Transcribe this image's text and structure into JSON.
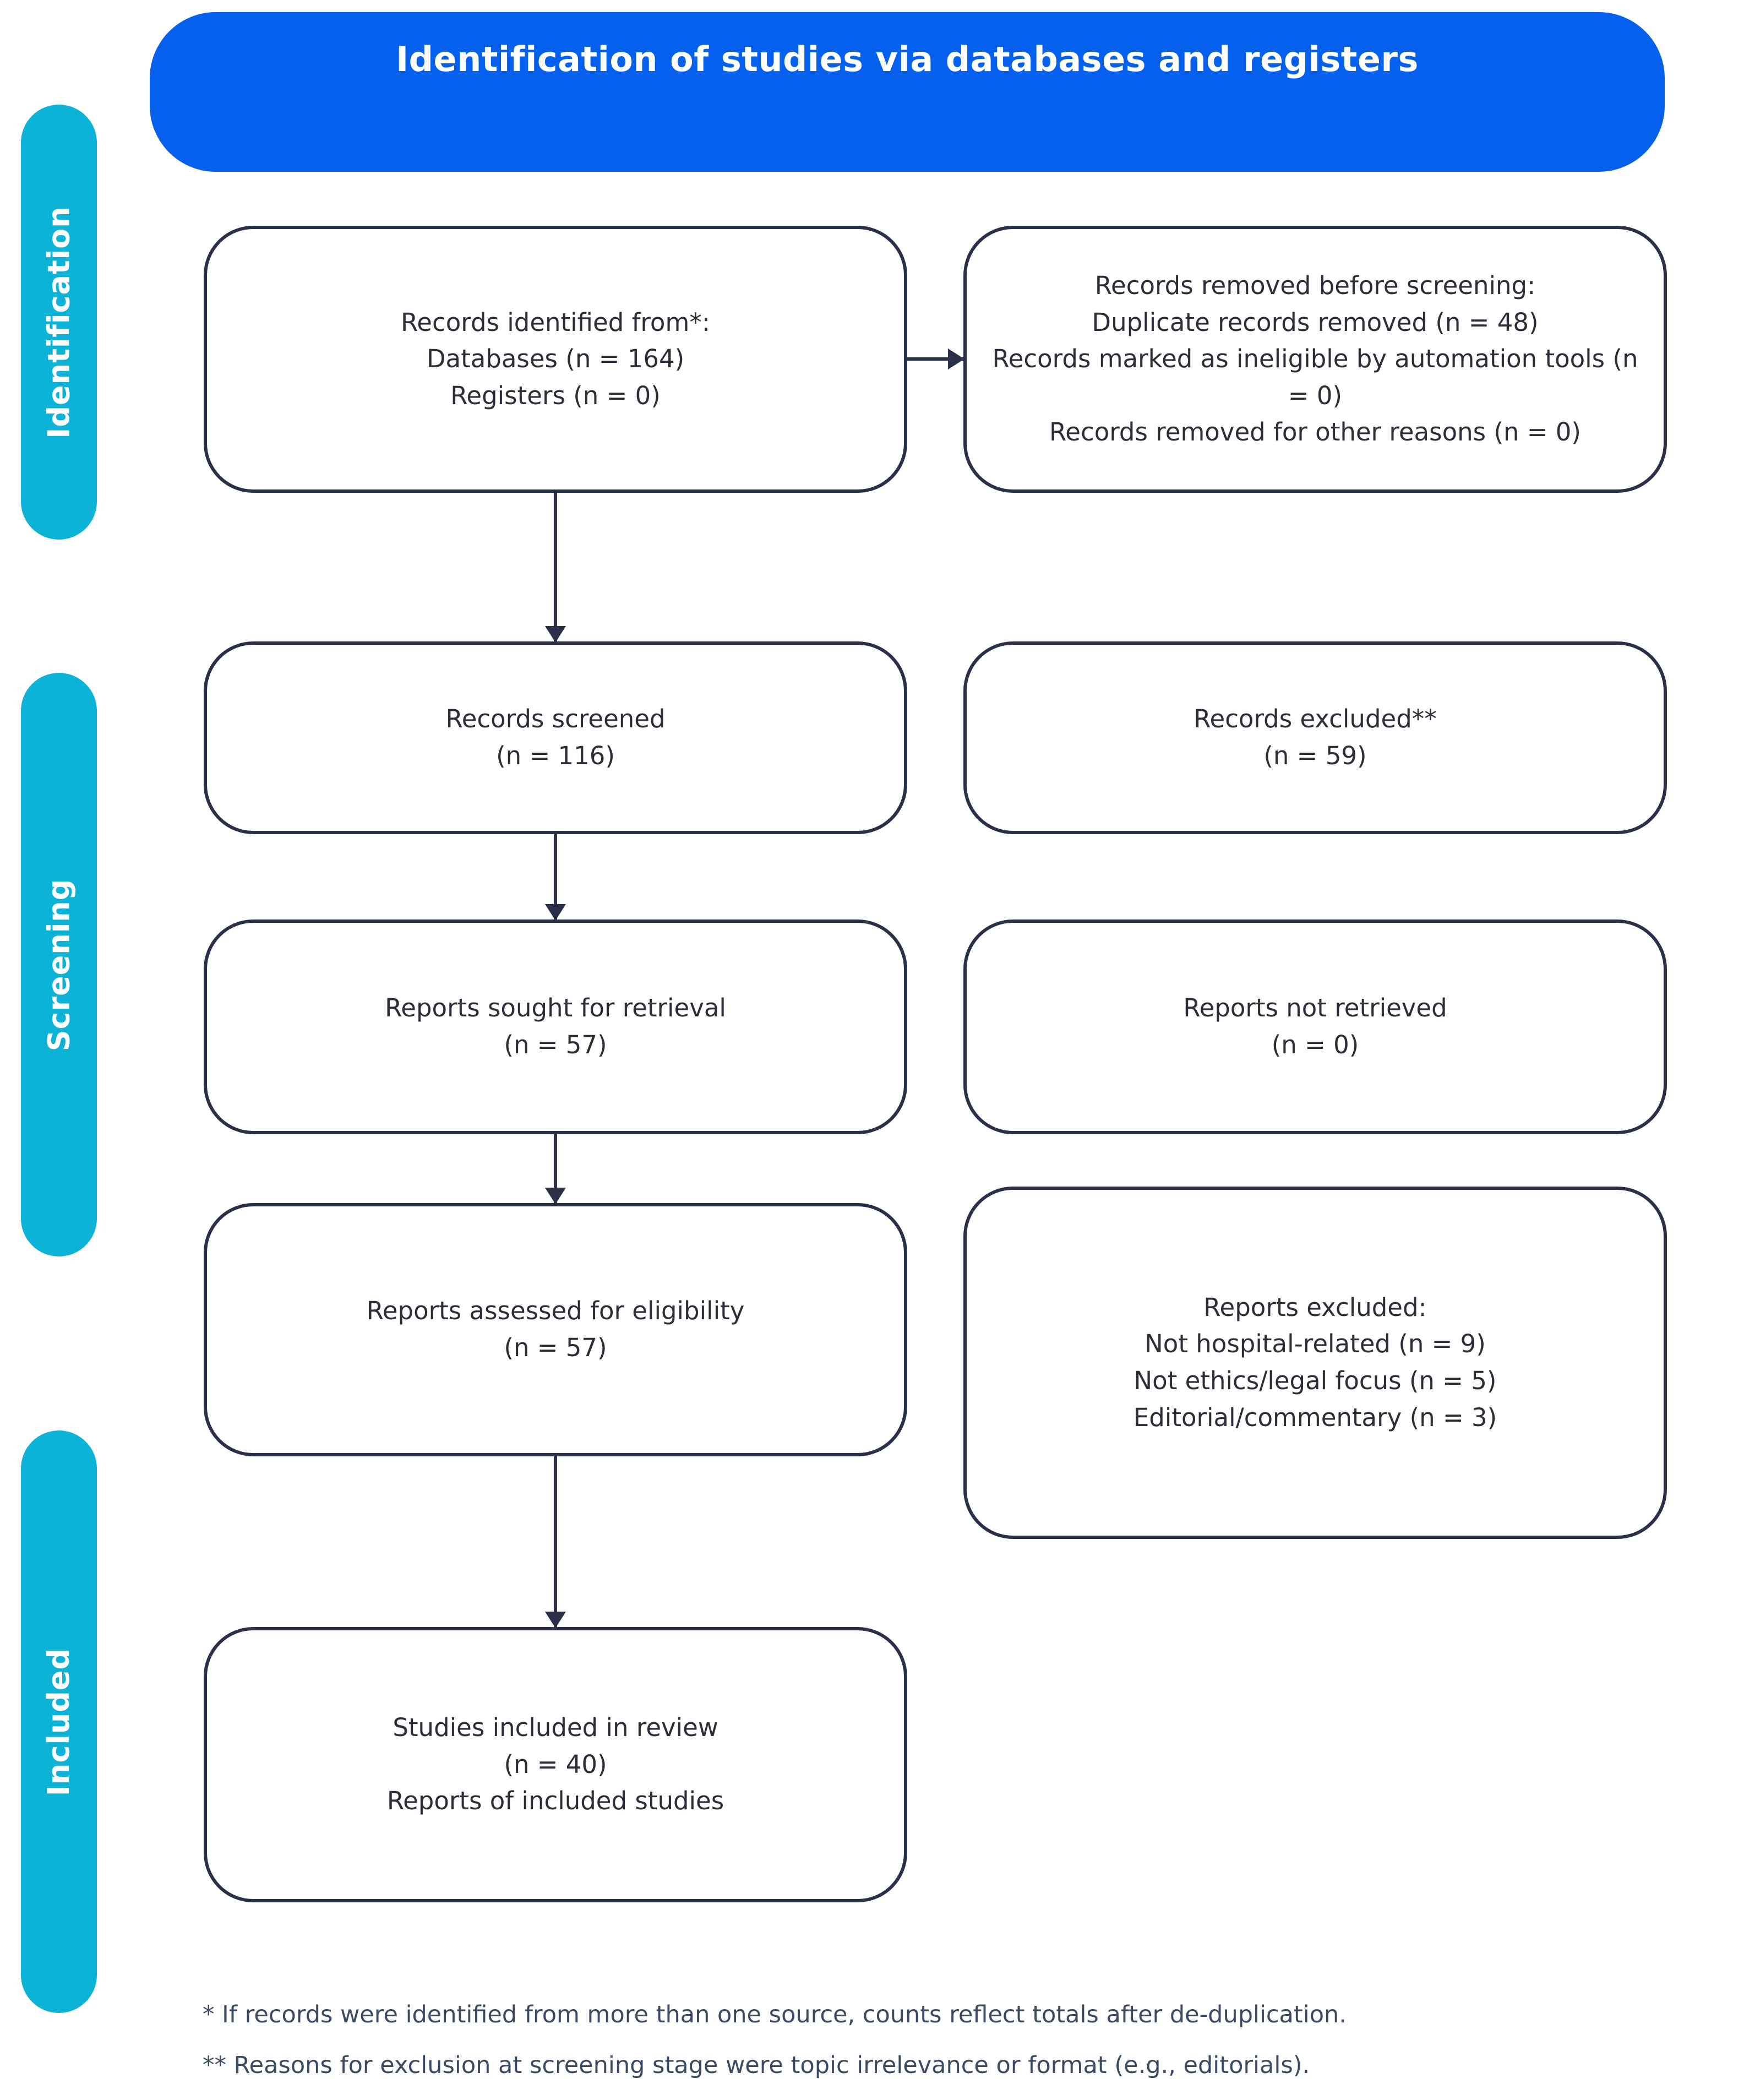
{
  "header": {
    "title": "Identification of studies via databases and registers",
    "background_color": "#0560EE",
    "text_color": "#FFFFFF"
  },
  "stages": {
    "accent_color": "#0DB3D6",
    "identification": "Identification",
    "screening": "Screening",
    "included": "Included"
  },
  "boxes": {
    "border_color": "#2B3048",
    "identified": "Records identified from*:\nDatabases (n = 164)\nRegisters (n = 0)",
    "removed": "Records removed before screening:\nDuplicate records removed (n = 48)\nRecords marked as ineligible by automation tools (n = 0)\nRecords removed for other reasons (n = 0)",
    "screened": "Records screened\n(n = 116)",
    "excluded": "Records excluded**\n(n = 59)",
    "sought": "Reports sought for retrieval\n(n = 57)",
    "not_retrieved": "Reports not retrieved\n(n = 0)",
    "assessed": "Reports assessed for eligibility\n(n = 57)",
    "reports_excluded": "Reports excluded:\nNot hospital-related (n = 9)\nNot ethics/legal focus (n = 5)\nEditorial/commentary (n = 3)",
    "included": "Studies included in review\n(n = 40)\nReports of included studies"
  },
  "footnotes": {
    "one": "* If records were identified from more than one source, counts reflect totals after de-duplication.",
    "two": "** Reasons for exclusion at screening stage were topic irrelevance or format (e.g., editorials)."
  },
  "chart_data": {
    "type": "diagram",
    "title": "Identification of studies via databases and registers",
    "nodes": [
      {
        "id": "identified",
        "stage": "Identification",
        "column": "left",
        "label": "Records identified from*:",
        "items": [
          {
            "label": "Databases",
            "n": 164
          },
          {
            "label": "Registers",
            "n": 0
          }
        ]
      },
      {
        "id": "removed",
        "stage": "Identification",
        "column": "right",
        "label": "Records removed before screening:",
        "items": [
          {
            "label": "Duplicate records removed",
            "n": 48
          },
          {
            "label": "Records marked as ineligible by automation tools",
            "n": 0
          },
          {
            "label": "Records removed for other reasons",
            "n": 0
          }
        ]
      },
      {
        "id": "screened",
        "stage": "Screening",
        "column": "left",
        "label": "Records screened",
        "n": 116
      },
      {
        "id": "excluded",
        "stage": "Screening",
        "column": "right",
        "label": "Records excluded**",
        "n": 59
      },
      {
        "id": "sought",
        "stage": "Screening",
        "column": "left",
        "label": "Reports sought for retrieval",
        "n": 57
      },
      {
        "id": "not_retrieved",
        "stage": "Screening",
        "column": "right",
        "label": "Reports not retrieved",
        "n": 0
      },
      {
        "id": "assessed",
        "stage": "Screening",
        "column": "left",
        "label": "Reports assessed for eligibility",
        "n": 57
      },
      {
        "id": "reports_excluded",
        "stage": "Screening",
        "column": "right",
        "label": "Reports excluded:",
        "items": [
          {
            "label": "Not hospital-related",
            "n": 9
          },
          {
            "label": "Not ethics/legal focus",
            "n": 5
          },
          {
            "label": "Editorial/commentary",
            "n": 3
          }
        ]
      },
      {
        "id": "included",
        "stage": "Included",
        "column": "left",
        "label": "Studies included in review",
        "n": 40,
        "extra": "Reports of included studies"
      }
    ],
    "edges": [
      {
        "from": "identified",
        "to": "removed",
        "direction": "horizontal"
      },
      {
        "from": "identified",
        "to": "screened",
        "direction": "vertical"
      },
      {
        "from": "screened",
        "to": "sought",
        "direction": "vertical"
      },
      {
        "from": "sought",
        "to": "assessed",
        "direction": "vertical"
      },
      {
        "from": "assessed",
        "to": "included",
        "direction": "vertical"
      }
    ]
  }
}
